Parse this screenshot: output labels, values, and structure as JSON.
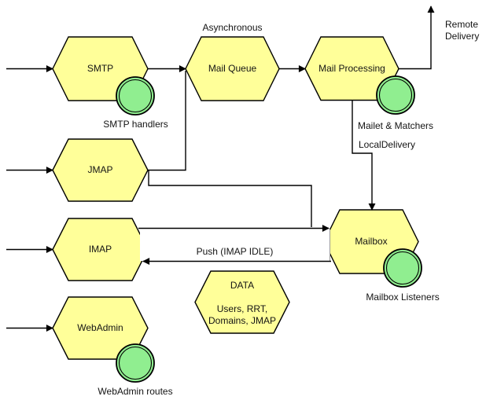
{
  "colors": {
    "background": "#ffffff",
    "node_fill": "#ffff99",
    "node_stroke": "#000000",
    "listener_fill": "#90ee90",
    "line": "#000000",
    "text": "#141414",
    "label_box_edge": "#999999"
  },
  "nodes": {
    "smtp": "SMTP",
    "mail_queue": "Mail Queue",
    "mail_processing": "Mail Processing",
    "jmap": "JMAP",
    "imap": "IMAP",
    "mailbox": "Mailbox",
    "webadmin": "WebAdmin",
    "data_store": "DATA\n\nUsers, RRT,\nDomains, JMAP"
  },
  "listener_badges": {
    "smtp_handlers": "SMTP handlers",
    "mailet_matchers": "Mailet & Matchers",
    "mailbox_listeners": "Mailbox Listeners",
    "webadmin_routes": "WebAdmin routes"
  },
  "edge_labels": {
    "asynchronous": "Asynchronous",
    "remote_delivery": "Remote\nDelivery",
    "local_delivery": "LocalDelivery",
    "push": "Push (IMAP IDLE)"
  }
}
